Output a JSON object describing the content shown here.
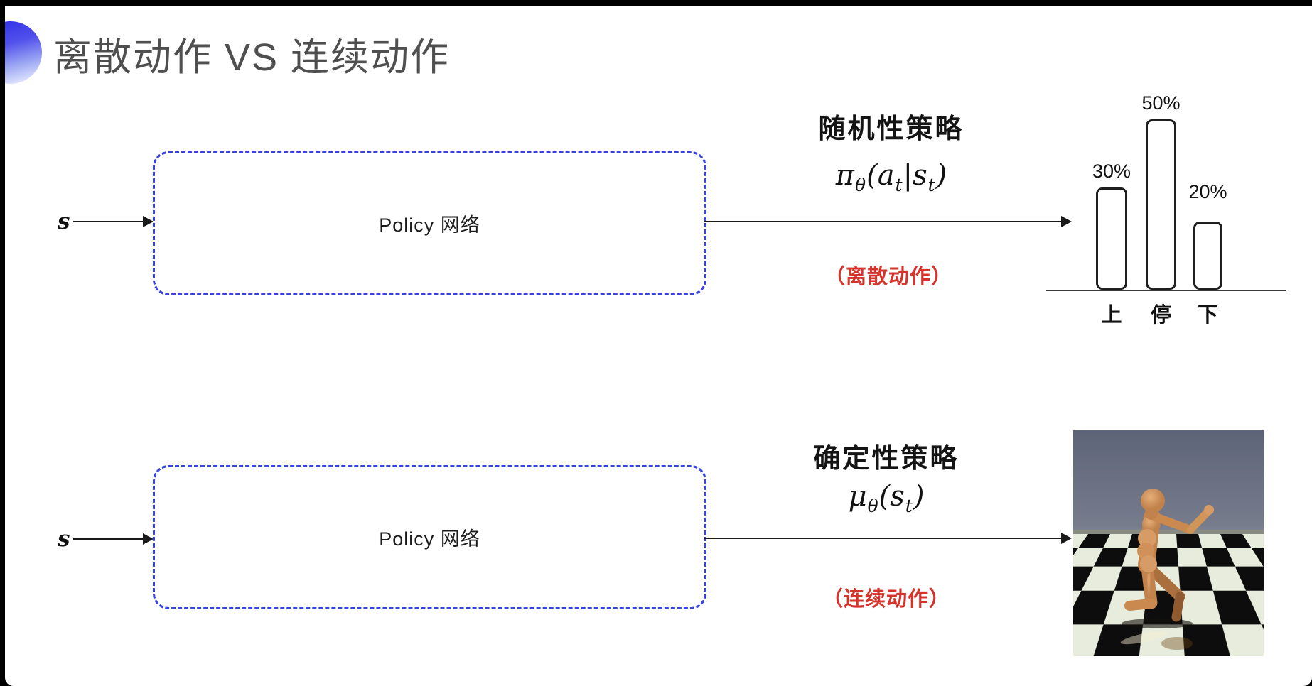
{
  "slide": {
    "title": "离散动作 VS 连续动作"
  },
  "colors": {
    "accent_blue": "#3742e3",
    "note_red": "#d5332b",
    "title_gray": "#4f4f4f"
  },
  "rows": {
    "stochastic": {
      "input_label": "s",
      "box_label": "Policy 网络",
      "policy_title": "随机性策略",
      "formula": [
        {
          "t": "π"
        },
        {
          "t": "θ",
          "sub": true
        },
        {
          "t": "("
        },
        {
          "t": "a"
        },
        {
          "t": "t",
          "sub": true
        },
        {
          "t": "|"
        },
        {
          "t": "s"
        },
        {
          "t": "t",
          "sub": true
        },
        {
          "t": ")"
        }
      ],
      "note": "（离散动作）"
    },
    "deterministic": {
      "input_label": "s",
      "box_label": "Policy 网络",
      "policy_title": "确定性策略",
      "formula": [
        {
          "t": "μ"
        },
        {
          "t": "θ",
          "sub": true
        },
        {
          "t": "("
        },
        {
          "t": "s"
        },
        {
          "t": "t",
          "sub": true
        },
        {
          "t": ")"
        }
      ],
      "note": "（连续动作）"
    }
  },
  "chart_data": {
    "type": "bar",
    "categories": [
      "上",
      "停",
      "下"
    ],
    "values": [
      30,
      50,
      20
    ],
    "value_labels": [
      "30%",
      "50%",
      "20%"
    ],
    "title": "",
    "xlabel": "",
    "ylabel": "",
    "ylim": [
      0,
      60
    ],
    "grid": false,
    "legend": false,
    "bar_style": "outlined-rounded"
  }
}
